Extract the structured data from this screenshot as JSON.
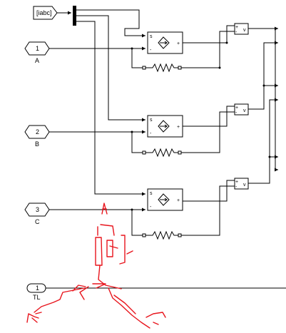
{
  "goto_tag": "[iabc]",
  "ports": {
    "A": {
      "number": "1",
      "name": "A"
    },
    "B": {
      "number": "2",
      "name": "B"
    },
    "C": {
      "number": "3",
      "name": "C"
    },
    "TL": {
      "number": "1",
      "name": "TL"
    }
  },
  "source_labels": {
    "s": "s",
    "plus": "+",
    "minus": "-"
  },
  "sensor_labels": {
    "plus": "+",
    "minus": "-",
    "v": "v"
  },
  "colors": {
    "annotation": "#e8141c",
    "wire": "#000000"
  },
  "icons": [
    "controlled-current-source-icon",
    "resistor-icon",
    "voltage-sensor-icon",
    "demux-bar-icon",
    "handwritten-annotation-icon"
  ]
}
